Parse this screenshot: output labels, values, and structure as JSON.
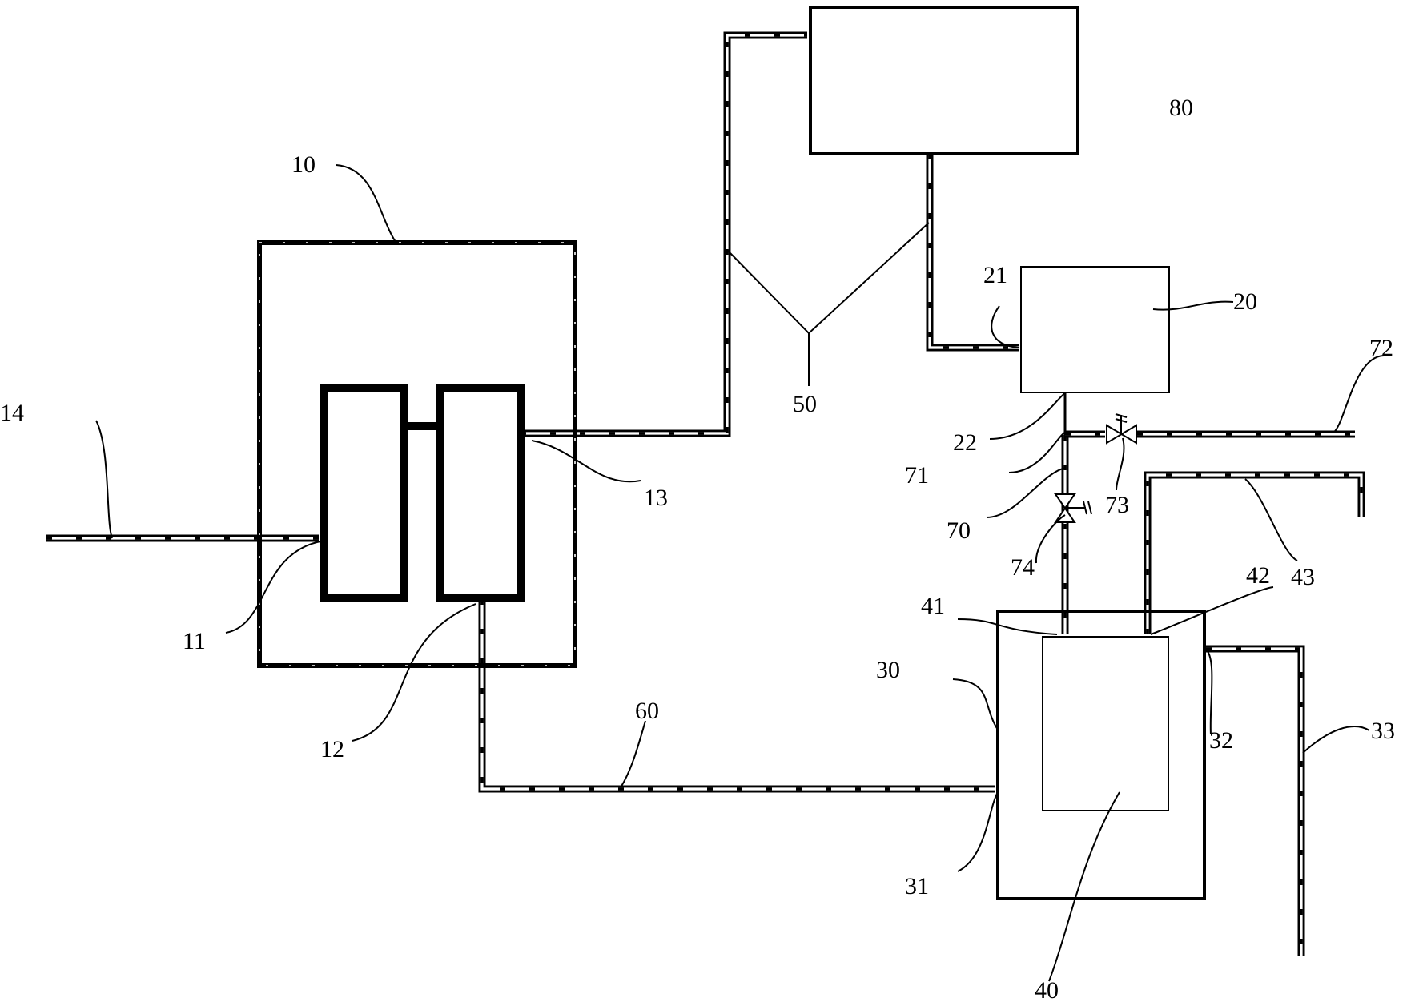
{
  "labels": {
    "n10": "10",
    "n11": "11",
    "n12": "12",
    "n13": "13",
    "n14": "14",
    "n20": "20",
    "n21": "21",
    "n22": "22",
    "n30": "30",
    "n31": "31",
    "n32": "32",
    "n33": "33",
    "n40": "40",
    "n41": "41",
    "n42": "42",
    "n43": "43",
    "n50": "50",
    "n60": "60",
    "n70": "70",
    "n71": "71",
    "n72": "72",
    "n73": "73",
    "n74": "74",
    "n80": "80"
  }
}
